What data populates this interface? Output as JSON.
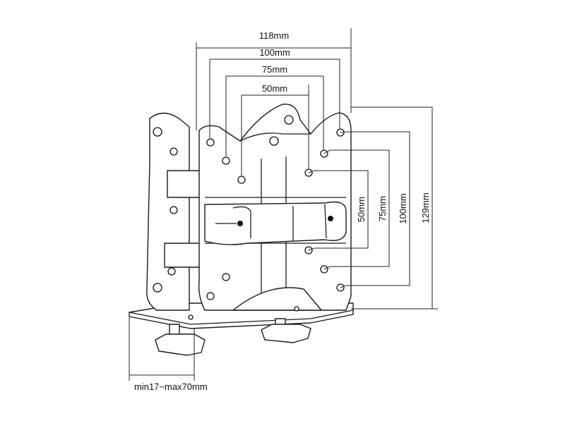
{
  "dimensions": {
    "top": [
      "118mm",
      "100mm",
      "75mm",
      "50mm"
    ],
    "right": [
      "50mm",
      "75mm",
      "100mm",
      "129mm"
    ],
    "clamp_range": "min17~max70mm"
  }
}
